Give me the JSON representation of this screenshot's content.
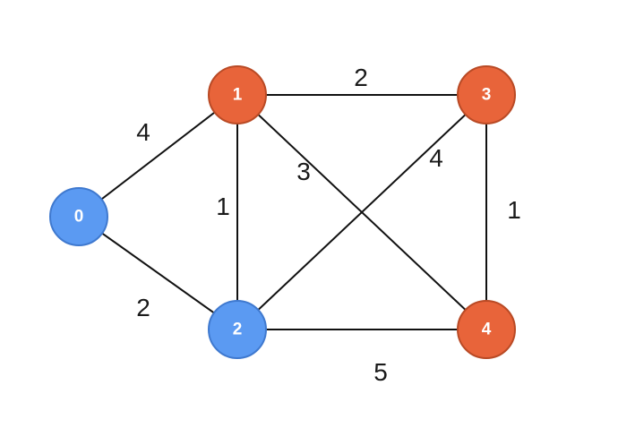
{
  "colors": {
    "blue_fill": "#5b9af2",
    "blue_stroke": "#3f79cf",
    "orange_fill": "#e8643a",
    "orange_stroke": "#b94a25",
    "edge": "#111111"
  },
  "nodes": [
    {
      "id": "n0",
      "label": "0",
      "color": "blue"
    },
    {
      "id": "n1",
      "label": "1",
      "color": "orange"
    },
    {
      "id": "n2",
      "label": "2",
      "color": "blue"
    },
    {
      "id": "n3",
      "label": "3",
      "color": "orange"
    },
    {
      "id": "n4",
      "label": "4",
      "color": "orange"
    }
  ],
  "edges": [
    {
      "from": "0",
      "to": "1",
      "weight": "4"
    },
    {
      "from": "0",
      "to": "2",
      "weight": "2"
    },
    {
      "from": "1",
      "to": "2",
      "weight": "1"
    },
    {
      "from": "1",
      "to": "3",
      "weight": "2"
    },
    {
      "from": "1",
      "to": "4",
      "weight": "3"
    },
    {
      "from": "2",
      "to": "3",
      "weight": "4"
    },
    {
      "from": "2",
      "to": "4",
      "weight": "5"
    },
    {
      "from": "3",
      "to": "4",
      "weight": "1"
    }
  ]
}
